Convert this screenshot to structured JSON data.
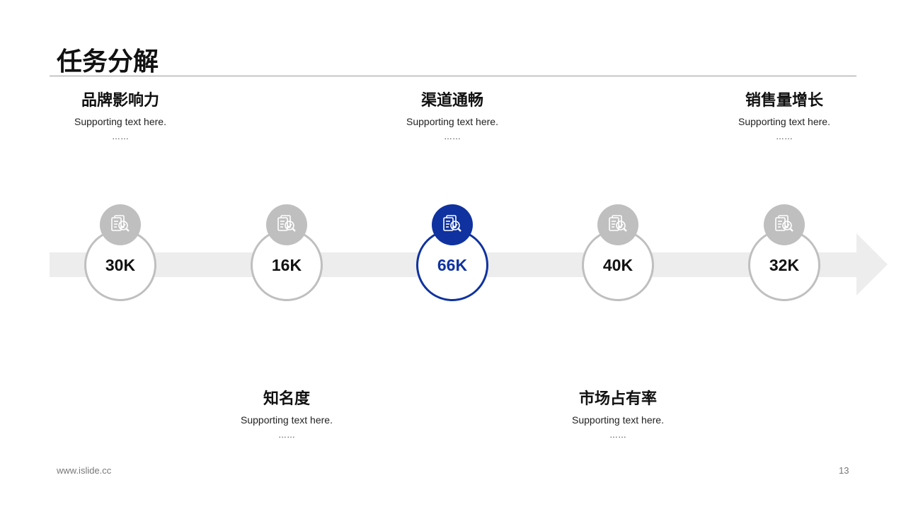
{
  "title": "任务分解",
  "nodes": [
    {
      "value": "30K",
      "heading": "品牌影响力",
      "text": "Supporting  text here.",
      "dots": "……",
      "active": false
    },
    {
      "value": "16K",
      "heading": "知名度",
      "text": "Supporting  text here.",
      "dots": "……",
      "active": false
    },
    {
      "value": "66K",
      "heading": "渠道通畅",
      "text": "Supporting  text here.",
      "dots": "……",
      "active": true
    },
    {
      "value": "40K",
      "heading": "市场占有率",
      "text": "Supporting  text here.",
      "dots": "……",
      "active": false
    },
    {
      "value": "32K",
      "heading": "销售量增长",
      "text": "Supporting  text here.",
      "dots": "……",
      "active": false
    }
  ],
  "colors": {
    "accent": "#0f32a0",
    "inactive": "#bfbfbf",
    "arrow": "#ededed"
  },
  "footer": {
    "url": "www.islide.cc",
    "page": "13"
  }
}
